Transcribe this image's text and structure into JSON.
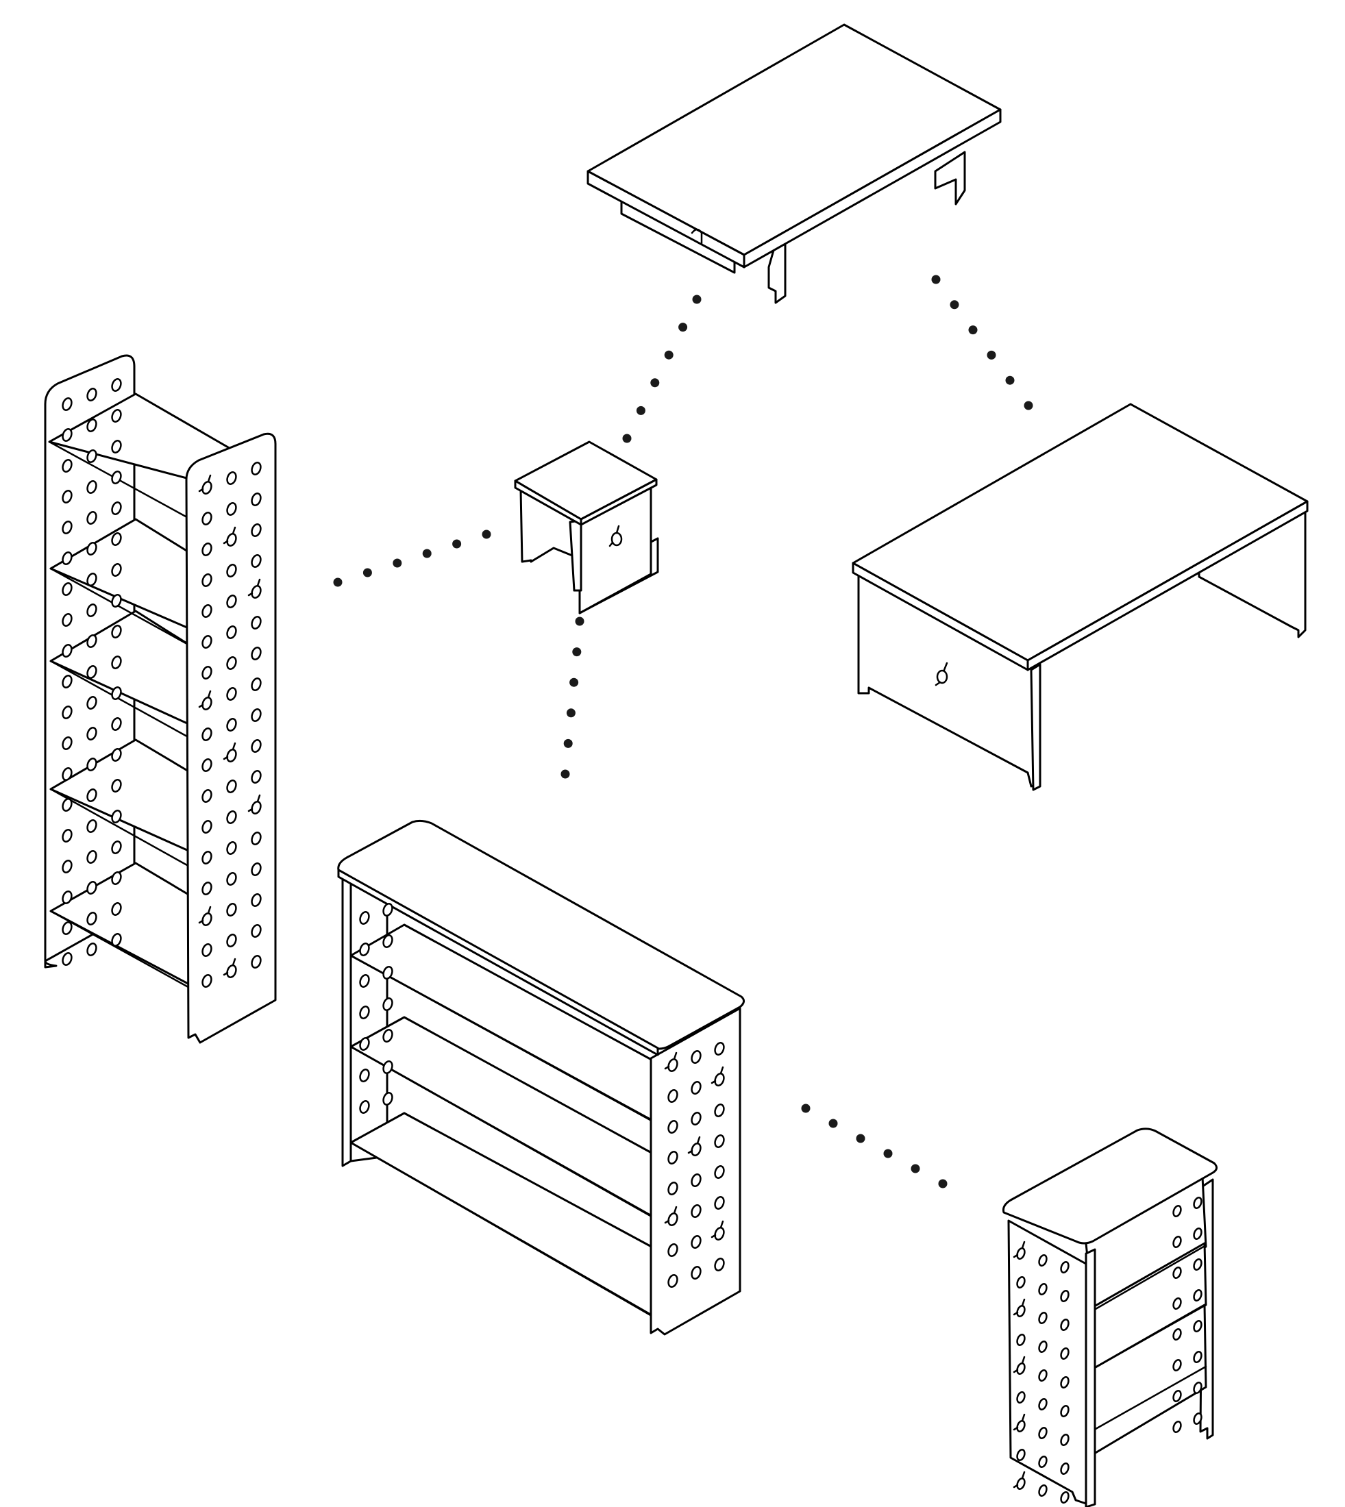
{
  "colors": {
    "line": "#000000",
    "background": "#ffffff",
    "dot": "#1a1a1a"
  },
  "items": [
    {
      "id": "desk",
      "icon": "low-table-desk-icon"
    },
    {
      "id": "coffee-table",
      "icon": "coffee-table-icon"
    },
    {
      "id": "stool",
      "icon": "small-stool-icon"
    },
    {
      "id": "tall-shelf",
      "icon": "tall-pegboard-shelf-icon"
    },
    {
      "id": "bookcase",
      "icon": "wide-bookcase-icon"
    },
    {
      "id": "small-shelf",
      "icon": "small-pegboard-shelf-icon"
    }
  ],
  "connectors": [
    {
      "from": "stool",
      "to": "desk",
      "dots": 6
    },
    {
      "from": "desk",
      "to": "coffee-table",
      "dots": 6
    },
    {
      "from": "stool",
      "to": "tall-shelf",
      "dots": 6
    },
    {
      "from": "stool",
      "to": "bookcase",
      "dots": 6
    },
    {
      "from": "bookcase",
      "to": "small-shelf",
      "dots": 6
    }
  ]
}
